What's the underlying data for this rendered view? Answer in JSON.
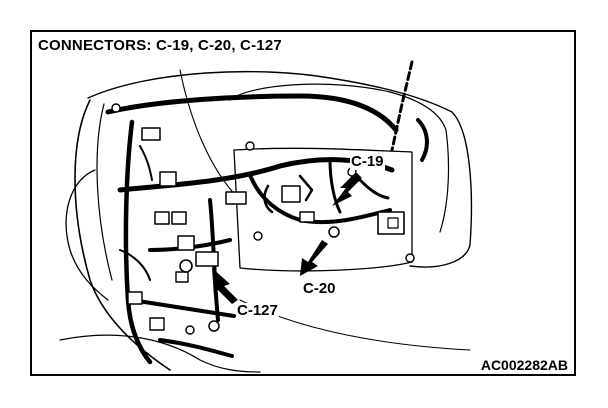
{
  "diagram": {
    "title": "CONNECTORS: C-19, C-20, C-127",
    "callouts": {
      "c19": "C-19",
      "c20": "C-20",
      "c127": "C-127"
    },
    "figure_code": "AC002282AB"
  }
}
